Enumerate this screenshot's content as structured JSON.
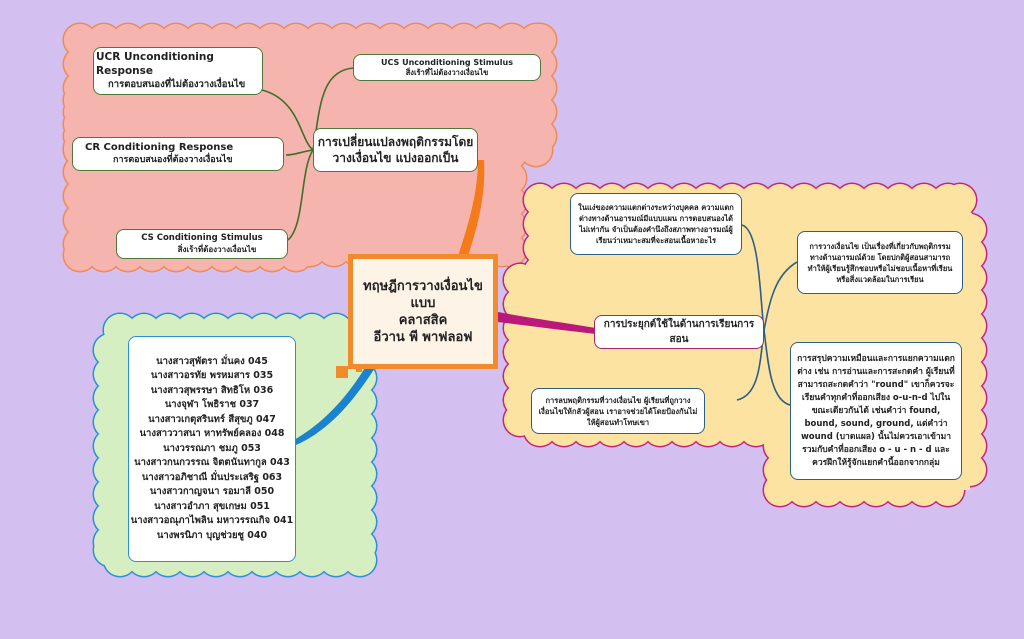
{
  "central_topic": {
    "lines": [
      "ทฤษฎีการวางเงื่อนไขแบบ",
      "คลาสสิค",
      "อีวาน พี พาฟลอฟ"
    ]
  },
  "branch_conditioning": {
    "title_lines": [
      "การเปลี่ยนแปลงพฤติกรรมโดย",
      "วางเงื่อนไข แบ่งออกเป็น"
    ],
    "children": [
      {
        "en": "UCR   Unconditioning Response",
        "th": "การตอบสนองที่ไม่ต้องวางเงื่อนไข"
      },
      {
        "en": "UCS   Unconditioning Stimulus",
        "th": "สิ่งเร้าที่ไม่ต้องวางเงื่อนไข"
      },
      {
        "en": "CR  Conditioning Response",
        "th": "การตอบสนองที่ต้องวางเงื่อนไข"
      },
      {
        "en": "CS  Conditioning Stimulus",
        "th": "สิ่งเร้าที่ต้องวางเงื่อนไข"
      }
    ]
  },
  "branch_application": {
    "title": "การประยุกต์ใช้ในด้านการเรียนการสอน",
    "children": [
      "ในแง่ของความแตกต่างระหว่างบุคคล ความแตกต่างทางด้านอารมณ์มีแบบแผน การตอบสนองได้ไม่เท่ากัน จำเป็นต้องคำนึงถึงสภาพทางอารมณ์ผู้เรียนว่าเหมาะสมที่จะสอนเนื้อหาอะไร",
      "การวางเงื่อนไข เป็นเรื่องที่เกี่ยวกับพฤติกรรมทางด้านอารมณ์ด้วย โดยปกติผู้สอนสามารถทำให้ผู้เรียนรู้สึกชอบหรือไม่ชอบเนื้อหาที่เรียน หรือสิ่งแวดล้อมในการเรียน",
      "การลบพฤติกรรมที่วางเงื่อนไข ผู้เรียนที่ถูกวางเงื่อนไขให้กลัวผู้สอน เราอาจช่วยได้โดยป้องกันไม่ให้ผู้สอนทำโทษเขา",
      "การสรุปความเหมือนและการแยกความแตกต่าง เช่น การอ่านและการสะกดคำ ผู้เรียนที่สามารถสะกดคำว่า \"round\" เขาก็ควรจะเรียนคำทุกคำที่ออกเสียง o-u-n-d ไปในขณะเดียวกันได้ เช่นคำว่า found, bound, sound, ground, แต่คำว่า wound (บาดแผล) นั้นไม่ควรเอาเข้ามารวมกับคำที่ออกเสียง o - u - n - d และควรฝึกให้รู้จักแยกคำนี้ออกจากกลุ่ม"
    ]
  },
  "branch_members": {
    "members": [
      "นางสาวสุพัตรา มั่นคง 045",
      "นางสาวอรทัย พรหมสาร 035",
      "นางสาวสุพรรษา สิทธิโห 036",
      "นางจุฬา โพธิราช 037",
      "นางสาวเกตุสรินทร์ สีสุขภู 047",
      "นางสาววาสนา  หาทรัพย์คลอง 048",
      "นางวรรณภา  ชมภู 053",
      "นางสาวกนกวรรณ  จิตตนันทากูล 043",
      "นางสาวอภิชาณี มั่นประเสริฐ 063",
      "นางสาวกาญจนา รอมาลี 050",
      "นางสาวอำภา สุขเกษม 051",
      "นางสาวอณุภาไพลิน มหาวรรณกิจ 041",
      "นางพรนิภา   บุญช่วยชู 040"
    ]
  },
  "colors": {
    "background": "#d3c0f1",
    "pink_cloud": "#f5b5ae",
    "pink_outline": "#ef8a55",
    "yellow_cloud": "#fde3a2",
    "yellow_outline": "#c3267a",
    "green_cloud": "#d5efc2",
    "green_outline": "#2a8fd6",
    "center_border": "#f28b2b"
  }
}
